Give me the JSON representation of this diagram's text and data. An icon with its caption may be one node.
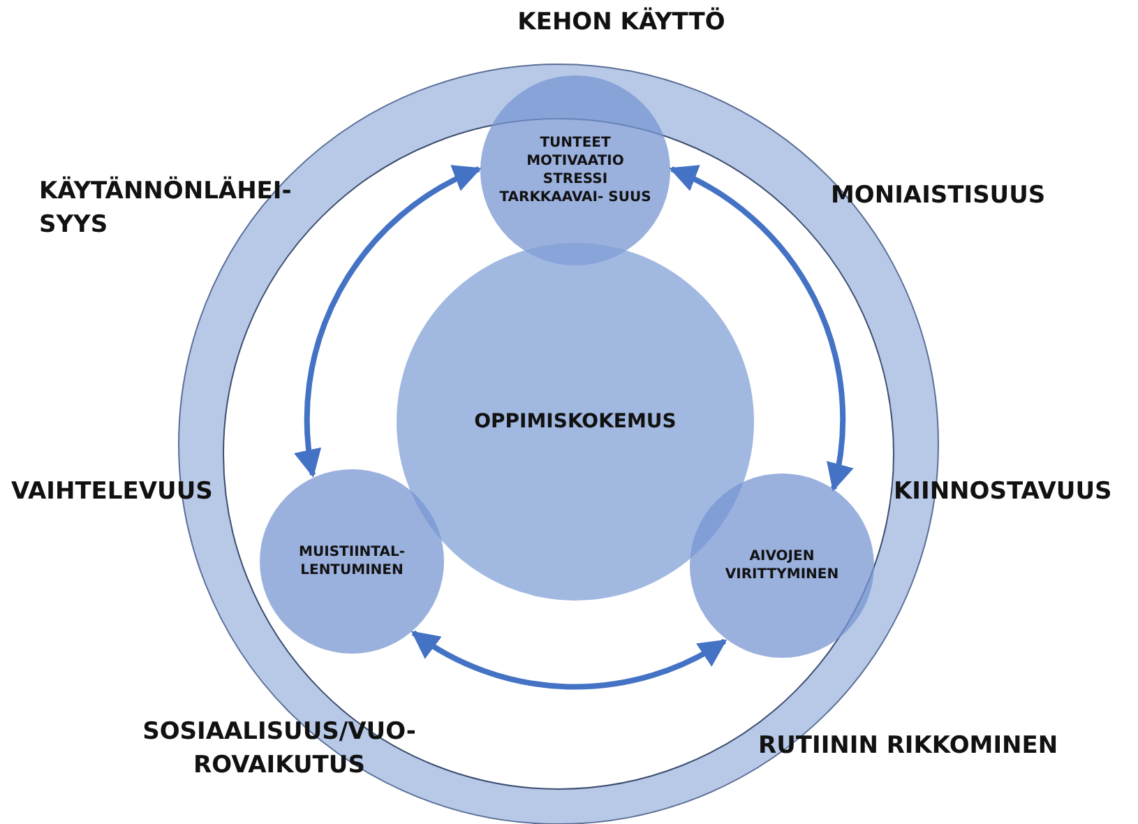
{
  "diagram": {
    "nodes": [
      {
        "text": [
          "TUNTEET MOTIVAATIO STRESSI TARKKAAVAI- SUUS"
        ]
      },
      {
        "text": [
          "OPPIMISKOKEMUS"
        ]
      },
      {
        "text": [
          "MUISTIINTAL- LENTUMINEN"
        ]
      },
      {
        "text": [
          "AIVOJEN VIRITTYMINEN"
        ]
      }
    ],
    "edges": [
      {
        "from": 0,
        "to": 3,
        "arrow": "both"
      },
      {
        "from": 0,
        "to": 2,
        "arrow": "both"
      },
      {
        "from": 2,
        "to": 3,
        "arrow": "both"
      }
    ],
    "labels": [
      "KEHON KÄYTTÖ",
      "KÄYTÄNNÖNLÄHEI- SYYS",
      "MONIAISTISUUS",
      "VAIHTELEVUUS",
      "KIINNOSTAVUUS",
      "SOSIAALISUUS/VUO- ROVAIKUTUS",
      "RUTIININ RIKKOMINEN"
    ]
  }
}
